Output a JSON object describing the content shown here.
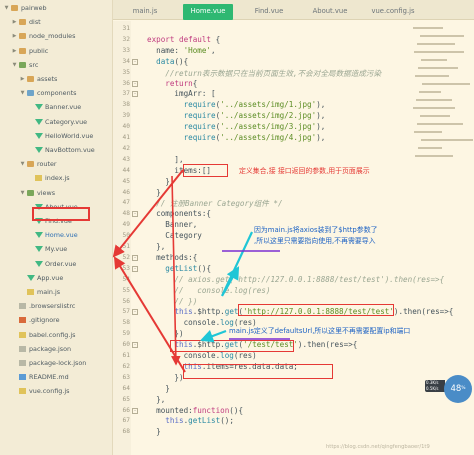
{
  "sidebar": {
    "items": [
      {
        "label": "pairweb",
        "kind": "folder",
        "depth": 0,
        "expanded": true
      },
      {
        "label": "dist",
        "kind": "folder",
        "depth": 1,
        "expanded": false
      },
      {
        "label": "node_modules",
        "kind": "folder",
        "depth": 1,
        "expanded": false
      },
      {
        "label": "public",
        "kind": "folder",
        "depth": 1,
        "expanded": false
      },
      {
        "label": "src",
        "kind": "folder-green",
        "depth": 1,
        "expanded": true
      },
      {
        "label": "assets",
        "kind": "folder",
        "depth": 2,
        "expanded": false
      },
      {
        "label": "components",
        "kind": "folder-blue",
        "depth": 2,
        "expanded": true
      },
      {
        "label": "Banner.vue",
        "kind": "vue",
        "depth": 3
      },
      {
        "label": "Category.vue",
        "kind": "vue",
        "depth": 3
      },
      {
        "label": "HelloWorld.vue",
        "kind": "vue",
        "depth": 3
      },
      {
        "label": "NavBottom.vue",
        "kind": "vue",
        "depth": 3
      },
      {
        "label": "router",
        "kind": "folder",
        "depth": 2,
        "expanded": true
      },
      {
        "label": "index.js",
        "kind": "js",
        "depth": 3
      },
      {
        "label": "views",
        "kind": "folder-green",
        "depth": 2,
        "expanded": true
      },
      {
        "label": "About.vue",
        "kind": "vue",
        "depth": 3
      },
      {
        "label": "Find.vue",
        "kind": "vue",
        "depth": 3
      },
      {
        "label": "Home.vue",
        "kind": "vue",
        "depth": 3,
        "selected": true
      },
      {
        "label": "My.vue",
        "kind": "vue",
        "depth": 3
      },
      {
        "label": "Order.vue",
        "kind": "vue",
        "depth": 3
      },
      {
        "label": "App.vue",
        "kind": "vue",
        "depth": 2
      },
      {
        "label": "main.js",
        "kind": "js",
        "depth": 2
      },
      {
        "label": ".browserslistrc",
        "kind": "file",
        "depth": 1
      },
      {
        "label": ".gitignore",
        "kind": "git",
        "depth": 1
      },
      {
        "label": "babel.config.js",
        "kind": "js",
        "depth": 1
      },
      {
        "label": "package.json",
        "kind": "file",
        "depth": 1
      },
      {
        "label": "package-lock.json",
        "kind": "file",
        "depth": 1
      },
      {
        "label": "README.md",
        "kind": "md",
        "depth": 1
      },
      {
        "label": "vue.config.js",
        "kind": "js",
        "depth": 1
      }
    ]
  },
  "tabs": [
    {
      "label": "main.js",
      "active": false
    },
    {
      "label": "Home.vue",
      "active": true
    },
    {
      "label": "Find.vue",
      "active": false
    },
    {
      "label": "About.vue",
      "active": false
    },
    {
      "label": "vue.config.js",
      "active": false
    }
  ],
  "editor": {
    "lines": [
      {
        "n": "31",
        "fold": "",
        "parts": [
          [
            "",
            ""
          ]
        ]
      },
      {
        "n": "32",
        "fold": "",
        "parts": [
          [
            "kw",
            "export default"
          ],
          [
            "",
            " {"
          ]
        ]
      },
      {
        "n": "33",
        "fold": "",
        "parts": [
          [
            "",
            "  name: "
          ],
          [
            "str",
            "'Home'"
          ],
          [
            "",
            ","
          ]
        ]
      },
      {
        "n": "34",
        "fold": "-",
        "parts": [
          [
            "",
            "  "
          ],
          [
            "fn",
            "data"
          ],
          [
            "",
            "(){"
          ]
        ]
      },
      {
        "n": "35",
        "fold": "",
        "parts": [
          [
            "com",
            "    //return表示数据只在当前页面生效,不会对全局数据造成污染"
          ]
        ]
      },
      {
        "n": "36",
        "fold": "-",
        "parts": [
          [
            "",
            "    "
          ],
          [
            "kw",
            "return"
          ],
          [
            "",
            "{"
          ]
        ]
      },
      {
        "n": "37",
        "fold": "-",
        "parts": [
          [
            "",
            "      imgArr: ["
          ]
        ]
      },
      {
        "n": "38",
        "fold": "",
        "parts": [
          [
            "",
            "        "
          ],
          [
            "fn",
            "require"
          ],
          [
            "",
            "("
          ],
          [
            "str",
            "'../assets/img/1.jpg'"
          ],
          [
            "",
            "),"
          ]
        ]
      },
      {
        "n": "39",
        "fold": "",
        "parts": [
          [
            "",
            "        "
          ],
          [
            "fn",
            "require"
          ],
          [
            "",
            "("
          ],
          [
            "str",
            "'../assets/img/2.jpg'"
          ],
          [
            "",
            "),"
          ]
        ]
      },
      {
        "n": "40",
        "fold": "",
        "parts": [
          [
            "",
            "        "
          ],
          [
            "fn",
            "require"
          ],
          [
            "",
            "("
          ],
          [
            "str",
            "'../assets/img/3.jpg'"
          ],
          [
            "",
            "),"
          ]
        ]
      },
      {
        "n": "41",
        "fold": "",
        "parts": [
          [
            "",
            "        "
          ],
          [
            "fn",
            "require"
          ],
          [
            "",
            "("
          ],
          [
            "str",
            "'../assets/img/4.jpg'"
          ],
          [
            "",
            "),"
          ]
        ]
      },
      {
        "n": "42",
        "fold": "",
        "parts": [
          [
            "",
            ""
          ]
        ]
      },
      {
        "n": "43",
        "fold": "",
        "parts": [
          [
            "",
            "      ],"
          ]
        ]
      },
      {
        "n": "44",
        "fold": "",
        "parts": [
          [
            "",
            "      items:[]"
          ]
        ]
      },
      {
        "n": "45",
        "fold": "",
        "parts": [
          [
            "",
            "    }"
          ]
        ]
      },
      {
        "n": "46",
        "fold": "",
        "parts": [
          [
            "",
            "  },"
          ]
        ]
      },
      {
        "n": "47",
        "fold": "",
        "parts": [
          [
            "com",
            "  // 注册Banner Category组件 */"
          ]
        ]
      },
      {
        "n": "48",
        "fold": "-",
        "parts": [
          [
            "",
            "  components:{"
          ]
        ]
      },
      {
        "n": "49",
        "fold": "",
        "parts": [
          [
            "",
            "    Banner,"
          ]
        ]
      },
      {
        "n": "50",
        "fold": "",
        "parts": [
          [
            "",
            "    Category"
          ]
        ]
      },
      {
        "n": "51",
        "fold": "",
        "parts": [
          [
            "",
            "  },"
          ]
        ]
      },
      {
        "n": "52",
        "fold": "-",
        "parts": [
          [
            "",
            "  methods:{"
          ]
        ]
      },
      {
        "n": "53",
        "fold": "-",
        "parts": [
          [
            "",
            "    "
          ],
          [
            "fn",
            "getList"
          ],
          [
            "",
            "(){"
          ]
        ]
      },
      {
        "n": "54",
        "fold": "",
        "parts": [
          [
            "com",
            "      // axios.get('http://127.0.0.1:8888/test/test').then(res=>{"
          ]
        ]
      },
      {
        "n": "55",
        "fold": "",
        "parts": [
          [
            "com",
            "      //   console.log(res)"
          ]
        ]
      },
      {
        "n": "56",
        "fold": "",
        "parts": [
          [
            "com",
            "      // })"
          ]
        ]
      },
      {
        "n": "57",
        "fold": "-",
        "parts": [
          [
            "",
            "      "
          ],
          [
            "this",
            "this"
          ],
          [
            "",
            ".$http."
          ],
          [
            "fn",
            "get"
          ],
          [
            "",
            "("
          ],
          [
            "str",
            "'http://127.0.0.1:8888/test/test'"
          ],
          [
            "",
            ").then(res=>{"
          ]
        ]
      },
      {
        "n": "58",
        "fold": "",
        "parts": [
          [
            "",
            "        console."
          ],
          [
            "fn",
            "log"
          ],
          [
            "",
            "(res)"
          ]
        ]
      },
      {
        "n": "59",
        "fold": "",
        "parts": [
          [
            "",
            "      })"
          ]
        ]
      },
      {
        "n": "60",
        "fold": "-",
        "parts": [
          [
            "",
            "      "
          ],
          [
            "this",
            "this"
          ],
          [
            "",
            ".$http."
          ],
          [
            "fn",
            "get"
          ],
          [
            "",
            "("
          ],
          [
            "str",
            "'/test/test'"
          ],
          [
            "",
            ").then(res=>{"
          ]
        ]
      },
      {
        "n": "61",
        "fold": "",
        "parts": [
          [
            "",
            "        console."
          ],
          [
            "fn",
            "log"
          ],
          [
            "",
            "(res)"
          ]
        ]
      },
      {
        "n": "62",
        "fold": "",
        "parts": [
          [
            "",
            "        "
          ],
          [
            "this",
            "this"
          ],
          [
            "",
            ".items=res.data.data;"
          ]
        ]
      },
      {
        "n": "63",
        "fold": "",
        "parts": [
          [
            "",
            "      })"
          ]
        ]
      },
      {
        "n": "64",
        "fold": "",
        "parts": [
          [
            "",
            "    }"
          ]
        ]
      },
      {
        "n": "65",
        "fold": "",
        "parts": [
          [
            "",
            "  },"
          ]
        ]
      },
      {
        "n": "66",
        "fold": "-",
        "parts": [
          [
            "",
            "  mounted:"
          ],
          [
            "kw",
            "function"
          ],
          [
            "",
            "(){"
          ]
        ]
      },
      {
        "n": "67",
        "fold": "",
        "parts": [
          [
            "",
            "    "
          ],
          [
            "this",
            "this"
          ],
          [
            "",
            "."
          ],
          [
            "fn",
            "getList"
          ],
          [
            "",
            "();"
          ]
        ]
      },
      {
        "n": "68",
        "fold": "",
        "parts": [
          [
            "",
            "  }"
          ]
        ]
      }
    ]
  },
  "annotations": {
    "items_note": "定义集合,接  接口返回的参数,用于页面展示",
    "axios_note_1": "因为main.js将axios装到了$http参数了",
    "axios_note_2": ",所以这里只需要指向使用,不再需要导入",
    "baseurl_note": "main.js定义了defaultsUrl,所以这里不再需要配置ip和端口"
  },
  "widget": {
    "value": "48",
    "unit": "%",
    "up": "0.3K/s",
    "down": "0.5K/s"
  },
  "watermark": "https://blog.csdn.net/qingfengbaoer/1t9"
}
